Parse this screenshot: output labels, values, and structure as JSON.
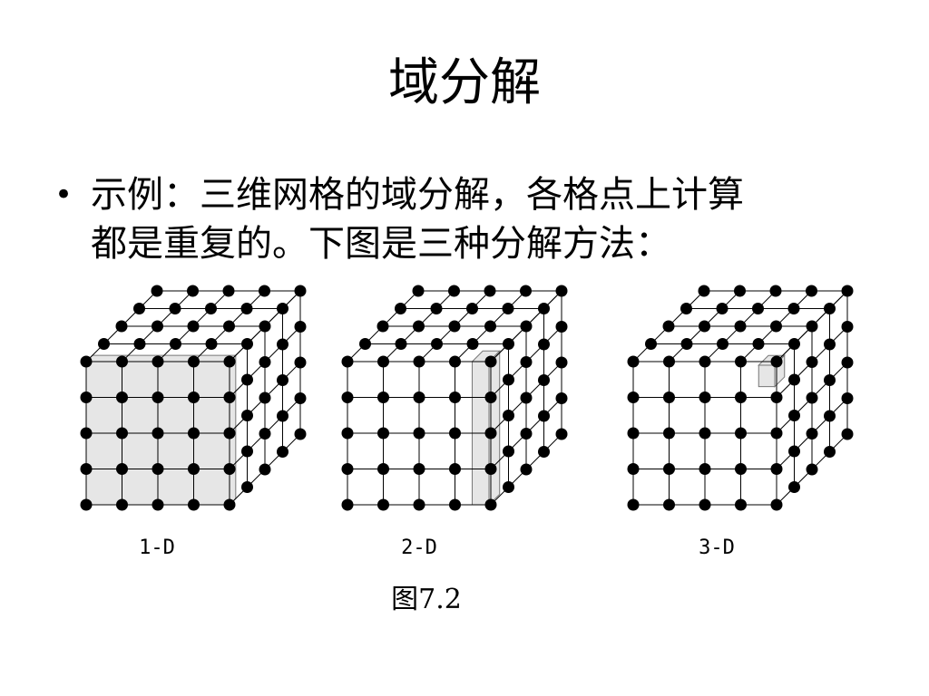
{
  "slide": {
    "title": "域分解",
    "bullet": {
      "line1": "示例：三维网格的域分解，各格点上计算",
      "line2": "都是重复的。下图是三种分解方法："
    }
  },
  "figure": {
    "caption": "图7.2",
    "grid_points_per_side": 5,
    "cubes": [
      {
        "label": "1-D",
        "decomposition": "slab",
        "highlight_color": "#e6e6e6"
      },
      {
        "label": "2-D",
        "decomposition": "column",
        "highlight_color": "#e6e6e6"
      },
      {
        "label": "3-D",
        "decomposition": "block",
        "highlight_color": "#e6e6e6"
      }
    ]
  }
}
